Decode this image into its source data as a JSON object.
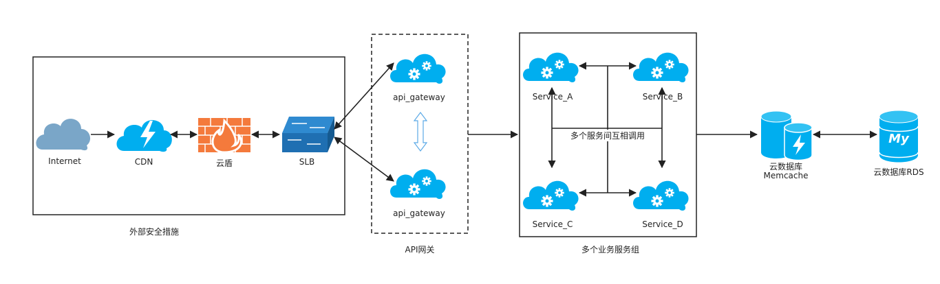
{
  "nodes": {
    "internet": {
      "label": "Internet",
      "icon": "cloud-icon"
    },
    "cdn": {
      "label": "CDN",
      "icon": "cdn-lightning-cloud-icon"
    },
    "firewall": {
      "label": "云盾",
      "icon": "firewall-icon"
    },
    "slb": {
      "label": "SLB",
      "icon": "switch-icon"
    },
    "api_gateway_1": {
      "label": "api_gateway",
      "icon": "gear-cloud-icon"
    },
    "api_gateway_2": {
      "label": "api_gateway",
      "icon": "gear-cloud-icon"
    },
    "service_a": {
      "label": "Service_A",
      "icon": "gear-cloud-icon"
    },
    "service_b": {
      "label": "Service_B",
      "icon": "gear-cloud-icon"
    },
    "service_c": {
      "label": "Service_C",
      "icon": "gear-cloud-icon"
    },
    "service_d": {
      "label": "Service_D",
      "icon": "gear-cloud-icon"
    },
    "memcache": {
      "label_line1": "云数据库",
      "label_line2": "Memcache",
      "icon": "database-lightning-icon"
    },
    "rds": {
      "label": "云数据库RDS",
      "icon": "mysql-database-icon"
    }
  },
  "groups": {
    "external_security": "外部安全措施",
    "api_gateway": "API网关",
    "service_group": "多个业务服务组"
  },
  "annotations": {
    "service_interop": "多个服务间互相调用"
  },
  "colors": {
    "accent_blue": "#00aeef",
    "internet_cloud": "#7aa6c8",
    "firewall_orange": "#f47a3c",
    "switch_blue": "#1f6fb2",
    "line": "#222222"
  }
}
